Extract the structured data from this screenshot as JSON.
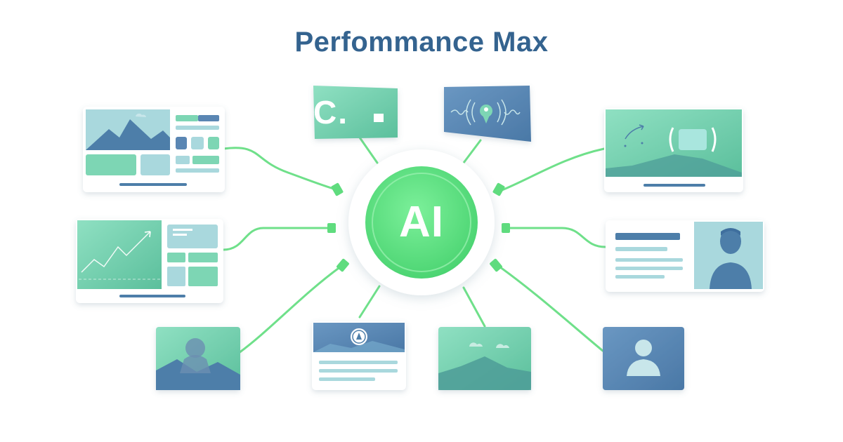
{
  "title": "Perfommance Max",
  "hub": {
    "label": "AI"
  },
  "tag_card": {
    "text": "C."
  },
  "colors": {
    "title": "#34638f",
    "green": "#5fe07e",
    "green_dark": "#48cc6c",
    "teal": "#7dd6b4",
    "teal_dark": "#5bbf9c",
    "blue": "#5a86b3",
    "blue_dark": "#3f6f9e",
    "light": "#a9d8dd",
    "card_bg": "#ffffff",
    "connector": "#6fe08a"
  },
  "icons": [
    "mountain-icon",
    "arrow-up-chart-icon",
    "speaker-icon",
    "user-avatar-icon",
    "play-icon",
    "cloud-icon",
    "video-frame-icon"
  ]
}
